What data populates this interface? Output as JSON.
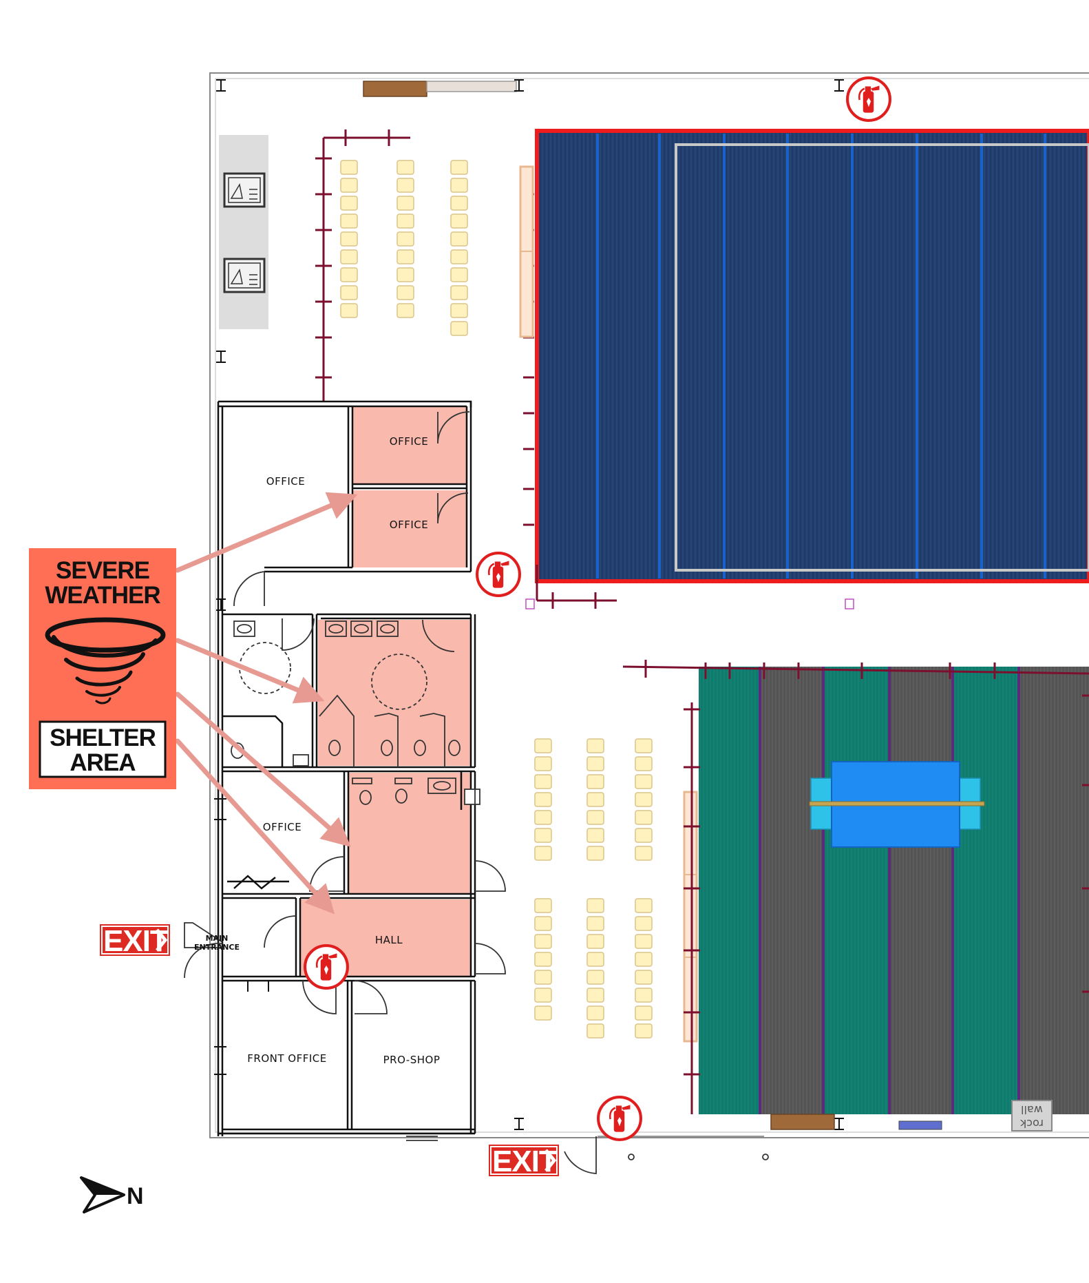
{
  "rooms": {
    "office_top_left": "OFFICE",
    "office_shelter_1": "OFFICE",
    "office_shelter_2": "OFFICE",
    "office_mid": "OFFICE",
    "hall": "HALL",
    "front_office": "FRONT OFFICE",
    "pro_shop": "PRO-SHOP",
    "main_entrance_line1": "MAIN",
    "main_entrance_line2": "ENTRANCE"
  },
  "legend": {
    "shelter_line1": "SEVERE",
    "shelter_line2": "WEATHER",
    "shelter_line3": "SHELTER",
    "shelter_line4": "AREA"
  },
  "exits": {
    "west_exit": "EXIT",
    "south_exit": "EXIT"
  },
  "labels": {
    "rock_wall_line1": "rock",
    "rock_wall_line2": "wall",
    "north": "N"
  },
  "icons": {
    "fire_extinguisher": "fire-extinguisher-icon",
    "electrical_panel": "electrical-panel-icon",
    "tornado": "tornado-icon",
    "north_arrow": "north-arrow-icon"
  },
  "colors": {
    "shelter_fill": "#f9b9ad",
    "legend_bg": "#ff6f55",
    "exit_red": "#dd2a22",
    "extinguisher_red": "#e01e1e",
    "court_blue": "#1f3a68",
    "court_border": "#ee1c1c",
    "turf_green": "#0f7a6d",
    "turf_gray": "#555555",
    "seat_yellow": "#fff2be",
    "barrier": "#7b0f2d"
  }
}
